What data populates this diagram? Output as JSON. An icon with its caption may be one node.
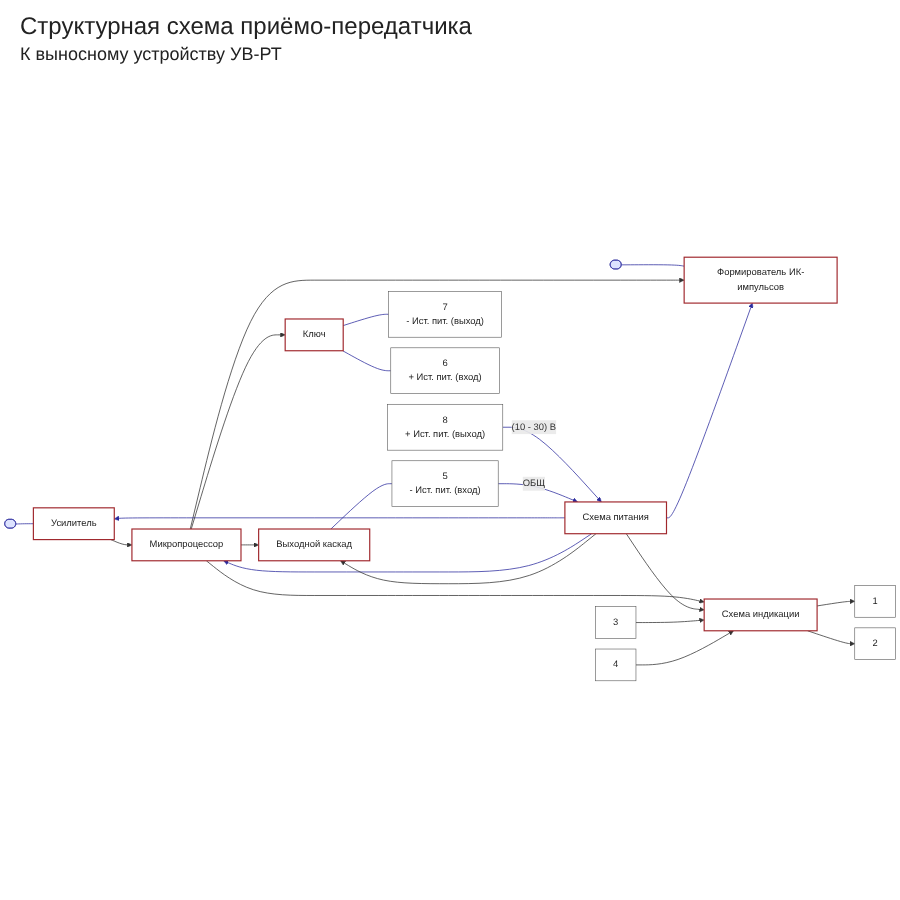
{
  "diagram": {
    "title": "Структурная  схема приёмо-передатчика",
    "nodes": [
      {
        "text": [
          "Формирователь ИК-импульсов"
        ]
      },
      {
        "text": [
          "Усилитель"
        ]
      },
      {
        "text": [
          "Микропроцессор"
        ]
      },
      {
        "text": [
          "Ключ"
        ]
      },
      {
        "text": [
          "Выходной каскад"
        ]
      },
      {
        "text": [
          "Схема индикации"
        ]
      },
      {
        "text": [
          "Схема питания"
        ]
      },
      {
        "text": [
          "1"
        ]
      },
      {
        "text": [
          "2"
        ]
      },
      {
        "text": [
          "3"
        ]
      },
      {
        "text": [
          "4"
        ]
      },
      {
        "text": [
          "8",
          "+ Ист. пит. (выход)"
        ]
      },
      {
        "text": [
          "7",
          "- Ист. пит. (выход)"
        ]
      },
      {
        "text": [
          "6",
          "+ Ист. пит. (вход)"
        ]
      },
      {
        "text": [
          "5",
          "- Ист. пит. (вход)"
        ]
      },
      {
        "text": [],
        "shape": "diode"
      },
      {
        "text": [],
        "shape": "diode"
      }
    ],
    "edges": [
      {
        "from": 15,
        "to": 0,
        "arrow": "none",
        "color": "#2b2b9e"
      },
      {
        "from": 16,
        "to": 1,
        "arrow": "none",
        "color": "#2b2b9e"
      },
      {
        "from": 2,
        "to": 0,
        "arrow": "to"
      },
      {
        "from": 1,
        "to": 2,
        "arrow": "to"
      },
      {
        "from": 6,
        "to": 0,
        "arrow": "to",
        "color": "#2b2b9e"
      },
      {
        "from": 6,
        "to": 1,
        "arrow": "to",
        "color": "#2b2b9e"
      },
      {
        "from": 6,
        "to": 2,
        "arrow": "to",
        "color": "#2b2b9e"
      },
      {
        "from": 2,
        "to": 3,
        "arrow": "to"
      },
      {
        "from": 2,
        "to": 4,
        "arrow": "to"
      },
      {
        "from": 2,
        "to": 5,
        "arrow": "to"
      },
      {
        "from": 6,
        "to": 4,
        "arrow": "to"
      },
      {
        "from": 6,
        "to": 5,
        "arrow": "to"
      },
      {
        "from": 5,
        "to": 7,
        "arrow": "to"
      },
      {
        "from": 5,
        "to": 8,
        "arrow": "to"
      },
      {
        "from": 9,
        "to": 5,
        "arrow": "to"
      },
      {
        "from": 10,
        "to": 5,
        "arrow": "to"
      },
      {
        "from": 3,
        "to": 12,
        "arrow": "none",
        "color": "#2b2b9e"
      },
      {
        "from": 3,
        "to": 13,
        "arrow": "none",
        "color": "#2b2b9e"
      },
      {
        "from": 4,
        "to": 14,
        "arrow": "none",
        "color": "#2b2b9e"
      },
      {
        "from": 11,
        "to": 6,
        "arrow": "to",
        "label": "(10 - 30) В",
        "color": "#2b2b9e"
      },
      {
        "from": 14,
        "to": 6,
        "arrow": "to",
        "label": "ОБЩ",
        "color": "#2b2b9e"
      }
    ],
    "labels": [
      "К выносному устройству УВ-РТ"
    ]
  }
}
